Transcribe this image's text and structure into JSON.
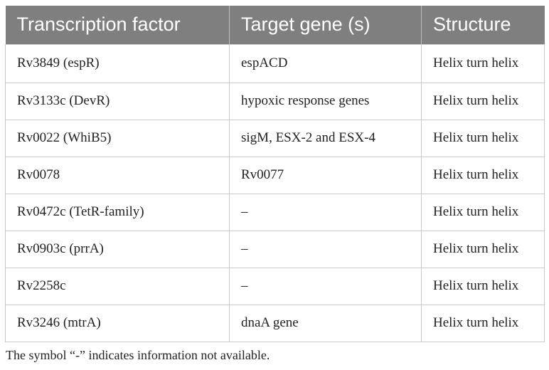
{
  "table": {
    "headers": [
      "Transcription factor",
      "Target gene (s)",
      "Structure"
    ],
    "rows": [
      [
        "Rv3849 (espR)",
        "espACD",
        "Helix turn helix"
      ],
      [
        "Rv3133c (DevR)",
        "hypoxic response genes",
        "Helix turn helix"
      ],
      [
        "Rv0022 (WhiB5)",
        "sigM, ESX-2 and ESX-4",
        "Helix turn helix"
      ],
      [
        "Rv0078",
        "Rv0077",
        "Helix turn helix"
      ],
      [
        "Rv0472c (TetR-family)",
        "–",
        "Helix turn helix"
      ],
      [
        "Rv0903c (prrA)",
        "–",
        "Helix turn helix"
      ],
      [
        "Rv2258c",
        "–",
        "Helix turn helix"
      ],
      [
        "Rv3246 (mtrA)",
        "dnaA gene",
        "Helix turn helix"
      ]
    ],
    "header_bg": "#7f7f7f",
    "header_text_color": "#ffffff",
    "border_color": "#c9c9c9"
  },
  "footnote": "The symbol “-” indicates information not available."
}
